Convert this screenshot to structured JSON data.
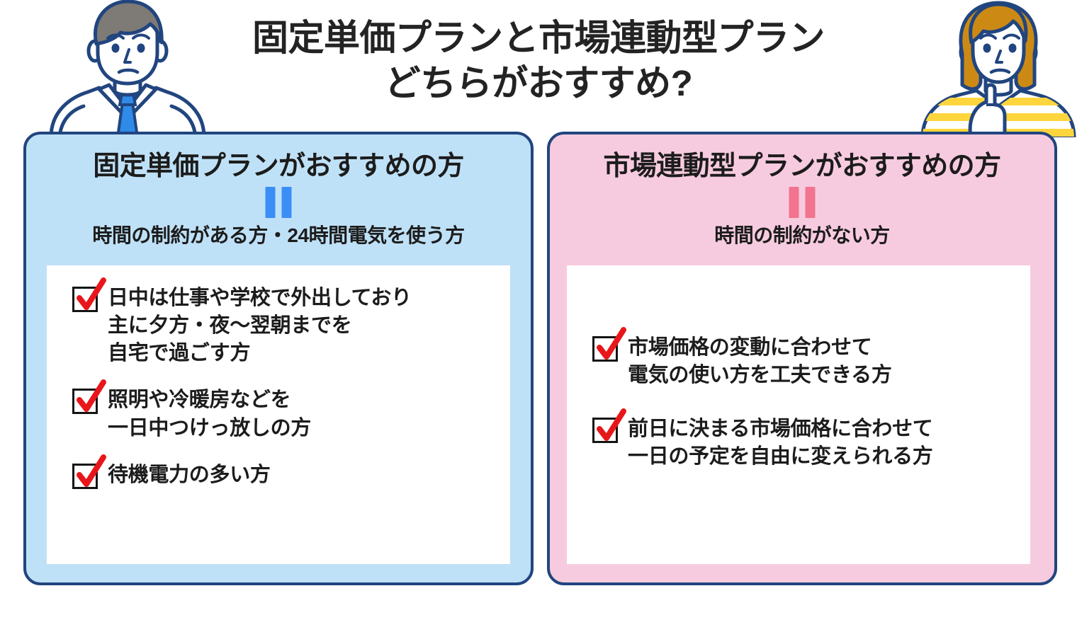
{
  "title": "固定単価プランと市場連動型プラン\nどちらがおすすめ?",
  "colors": {
    "title_text": "#232323",
    "panel_border": "#21457f",
    "left_panel_fill": "#bfe1f7",
    "right_panel_fill": "#f7cbdf",
    "left_accent": "#3b8ef5",
    "right_accent": "#f2748f",
    "card_fill": "#ffffff",
    "check_mark": "#e8161a",
    "checkbox_border": "#141414",
    "body_text": "#1c1c1c"
  },
  "characters": {
    "left": {
      "name": "businessman-illustration",
      "hair": "#7e7a75",
      "outline": "#21457f",
      "tie": "#2f8ae8",
      "shirt": "#ffffff"
    },
    "right": {
      "name": "woman-illustration",
      "hair": "#cc8a15",
      "outline": "#21457f",
      "stripe": "#ffd53d",
      "shirt": "#ffffff"
    }
  },
  "panels": [
    {
      "id": "fixed-price-plan",
      "title": "固定単価プランがおすすめの方",
      "equals_symbol": "=",
      "subtitle": "時間の制約がある方・24時間電気を使う方",
      "items": [
        "日中は仕事や学校で外出しており\n主に夕方・夜〜翌朝までを\n自宅で過ごす方",
        "照明や冷暖房などを\n一日中つけっ放しの方",
        "待機電力の多い方"
      ]
    },
    {
      "id": "market-linked-plan",
      "title": "市場連動型プランがおすすめの方",
      "equals_symbol": "=",
      "subtitle": "時間の制約がない方",
      "items": [
        "市場価格の変動に合わせて\n電気の使い方を工夫できる方",
        "前日に決まる市場価格に合わせて\n一日の予定を自由に変えられる方"
      ]
    }
  ]
}
